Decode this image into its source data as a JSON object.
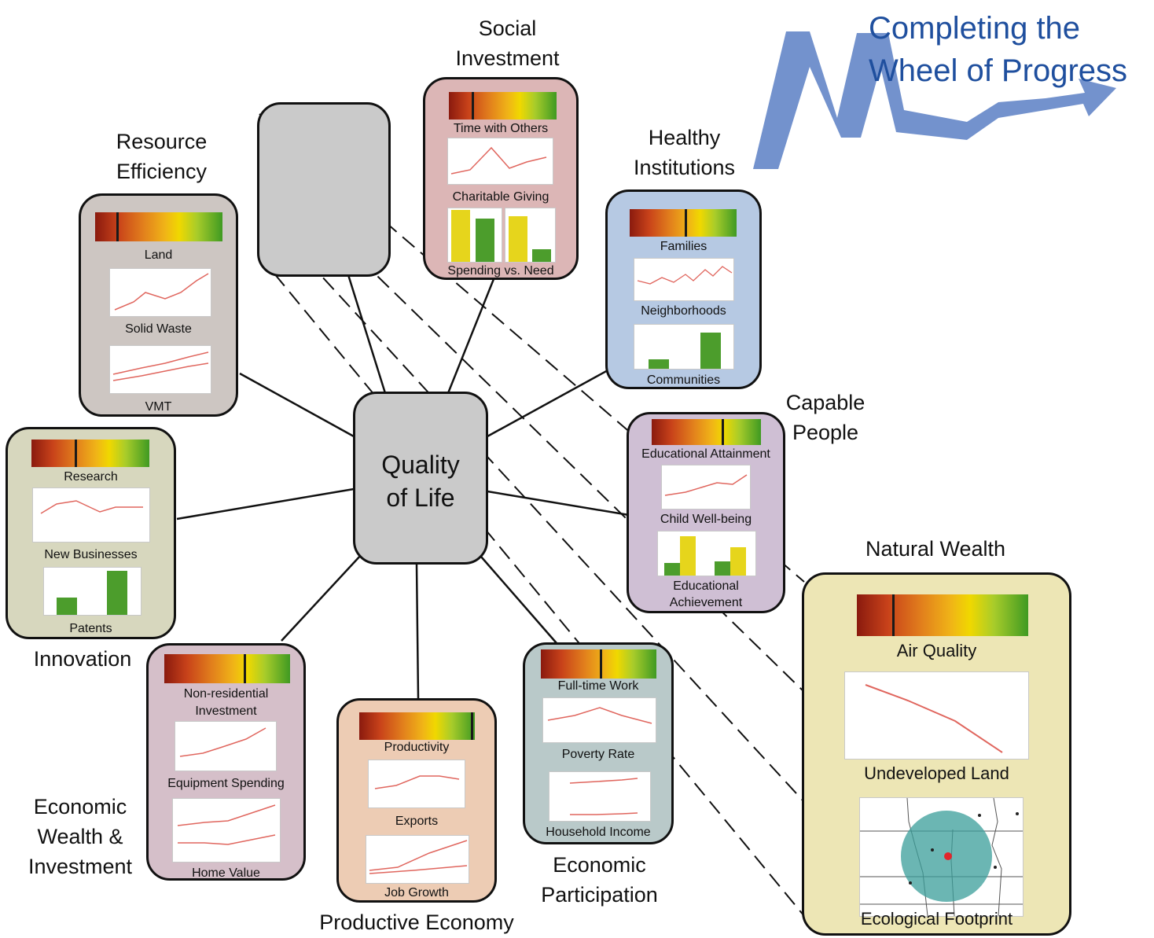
{
  "title": {
    "line1": "Completing the",
    "line2": "Wheel of Progress"
  },
  "center": {
    "line1": "Quality",
    "line2": "of Life"
  },
  "categories": {
    "social_investment": {
      "line1": "Social",
      "line2": "Investment"
    },
    "resource_efficiency": {
      "line1": "Resource",
      "line2": "Efficiency"
    },
    "healthy_institutions": {
      "line1": "Healthy",
      "line2": "Institutions"
    },
    "capable_people": {
      "line1": "Capable",
      "line2": "People"
    },
    "natural_wealth": {
      "line1": "Natural Wealth"
    },
    "innovation": {
      "line1": "Innovation"
    },
    "economic_wealth": {
      "line1": "Economic",
      "line2": "Wealth &",
      "line3": "Investment"
    },
    "productive_economy": {
      "line1": "Productive Economy"
    },
    "economic_participation": {
      "line1": "Economic",
      "line2": "Participation"
    }
  },
  "indicators": {
    "social_investment": [
      "Time with Others",
      "Charitable Giving",
      "Spending vs. Need"
    ],
    "resource_efficiency": [
      "Land",
      "Solid Waste",
      "VMT"
    ],
    "healthy_institutions": [
      "Families",
      "Neighborhoods",
      "Communities"
    ],
    "capable_people": [
      "Educational Attainment",
      "Child Well-being",
      "Educational",
      "Achievement"
    ],
    "natural_wealth": [
      "Air Quality",
      "Undeveloped Land",
      "Ecological Footprint"
    ],
    "innovation": [
      "Research",
      "New Businesses",
      "Patents"
    ],
    "economic_wealth": [
      "Non-residential",
      "Investment",
      "Equipment Spending",
      "Home Value"
    ],
    "productive_economy": [
      "Productivity",
      "Exports",
      "Job Growth"
    ],
    "economic_participation": [
      "Full-time Work",
      "Poverty  Rate",
      "Household Income"
    ]
  },
  "gauge_levels": {
    "social_investment": 0.22,
    "resource_efficiency": 0.17,
    "healthy_institutions": 0.52,
    "capable_people": 0.65,
    "natural_wealth": 0.21,
    "innovation": 0.37,
    "economic_wealth": 0.64,
    "productive_economy": 0.97,
    "economic_participation": 0.52
  },
  "colors": {
    "title_blue": "#1f4f9e",
    "social_box": "#dcb6b6",
    "resource_box": "#cdc6c2",
    "healthy_box": "#b6c9e3",
    "capable_box": "#cfbfd4",
    "natural_box": "#ede6b5",
    "innovation_box": "#d7d7be",
    "economic_wealth_box": "#d5bfc9",
    "productive_box": "#edccb4",
    "participation_box": "#b9c9c9",
    "placeholder_box": "#cacaca",
    "trend_line": "#e0665e",
    "bar_yellow": "#e6d51c",
    "bar_green": "#4c9d2c"
  }
}
